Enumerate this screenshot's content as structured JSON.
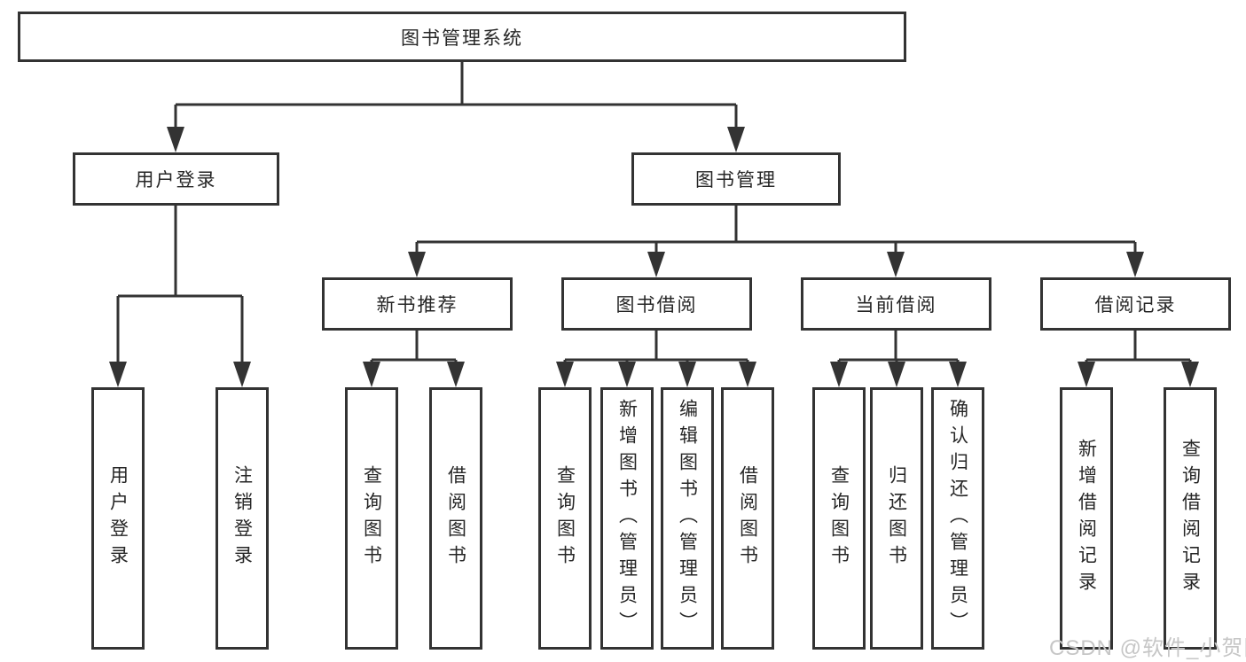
{
  "diagram": {
    "root": "图书管理系统",
    "branches": [
      {
        "label": "用户登录",
        "children": [
          "用户登录",
          "注销登录"
        ]
      },
      {
        "label": "图书管理",
        "sections": [
          {
            "label": "新书推荐",
            "children": [
              "查询图书",
              "借阅图书"
            ]
          },
          {
            "label": "图书借阅",
            "children": [
              "查询图书",
              "新增图书（管理员）",
              "编辑图书（管理员）",
              "借阅图书"
            ]
          },
          {
            "label": "当前借阅",
            "children": [
              "查询图书",
              "归还图书",
              "确认归还（管理员）"
            ]
          },
          {
            "label": "借阅记录",
            "children": [
              "新增借阅记录",
              "查询借阅记录"
            ]
          }
        ]
      }
    ],
    "watermark": "CSDN @软件_小贺同学",
    "colors": {
      "line": "#333333",
      "text": "#262626",
      "watermark": "#c6c6c6",
      "background": "#ffffff"
    }
  }
}
